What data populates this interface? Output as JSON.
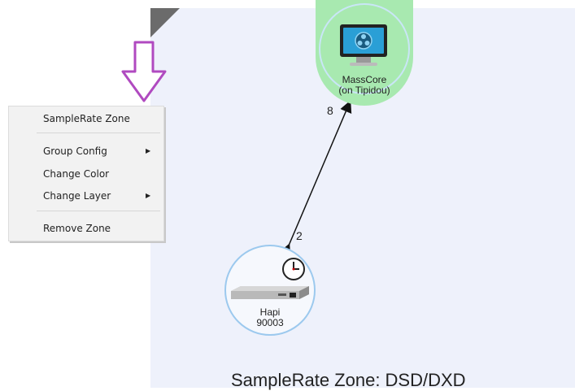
{
  "zone": {
    "title": "SampleRate Zone: DSD/DXD",
    "background": "#eef1fb",
    "corner_color": "#6b6b6b"
  },
  "nodes": [
    {
      "name": "MassCore",
      "sub": "(on Tipidou)",
      "icon": "monitor-icon",
      "highlight": "#a8e9b0"
    },
    {
      "name": "Hapi",
      "sub": "90003",
      "icon": "audio-interface-icon",
      "clock_icon": "clock-icon"
    }
  ],
  "link": {
    "count_top": "8",
    "count_bottom": "2"
  },
  "hint_arrow": {
    "icon": "down-arrow-icon",
    "color": "#b04ac0"
  },
  "context_menu": {
    "items": [
      {
        "label": "SampleRate Zone",
        "submenu": false
      },
      {
        "label": "Group Config",
        "submenu": true
      },
      {
        "label": "Change Color",
        "submenu": false
      },
      {
        "label": "Change Layer",
        "submenu": true
      },
      {
        "label": "Remove Zone",
        "submenu": false
      }
    ]
  }
}
